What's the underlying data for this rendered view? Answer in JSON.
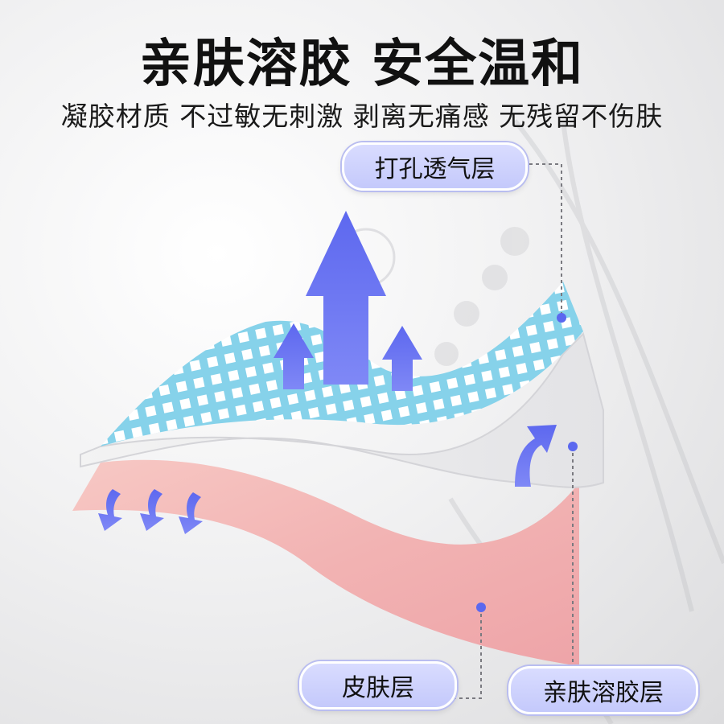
{
  "header": {
    "title": "亲肤溶胶 安全温和",
    "subtitle": "凝胶材质 不过敏无刺激 剥离无痛感 无残留不伤肤"
  },
  "labels": {
    "perforated_layer": "打孔透气层",
    "skin_layer": "皮肤层",
    "gel_layer": "亲肤溶胶层"
  },
  "colors": {
    "accent_blue": "#6e78f2",
    "perforated_layer": "#8fd6ea",
    "skin_layer": "#f2b8b8",
    "label_pill": "#c9cdfb"
  }
}
